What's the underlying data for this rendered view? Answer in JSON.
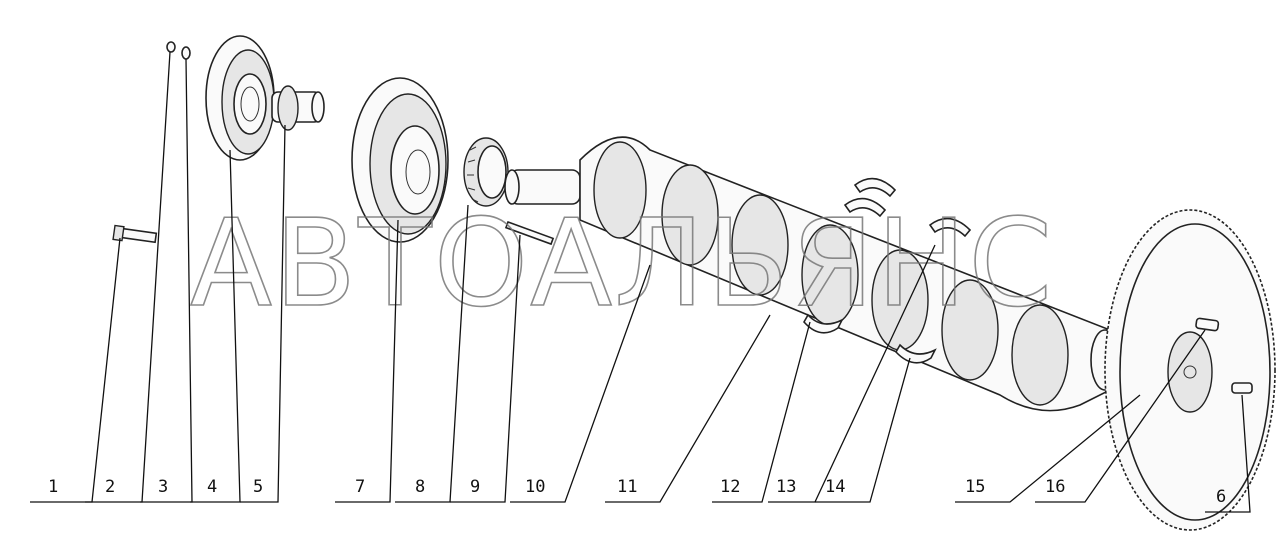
{
  "diagram": {
    "watermark": "АВТОАЛЬЯНС",
    "callouts": [
      "1",
      "2",
      "3",
      "4",
      "5",
      "7",
      "8",
      "9",
      "10",
      "11",
      "12",
      "13",
      "14",
      "15",
      "16",
      "6"
    ]
  }
}
